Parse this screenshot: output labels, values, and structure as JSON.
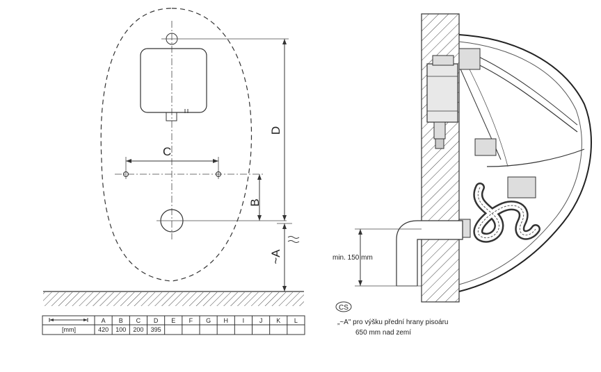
{
  "dimensions": {
    "C": "C",
    "D": "D",
    "B": "B",
    "A": "~A"
  },
  "table": {
    "unit": "[mm]",
    "headers": [
      "A",
      "B",
      "C",
      "D",
      "E",
      "F",
      "G",
      "H",
      "I",
      "J",
      "K",
      "L"
    ],
    "values": [
      "420",
      "100",
      "200",
      "395",
      "",
      "",
      "",
      "",
      "",
      "",
      "",
      ""
    ]
  },
  "side_view": {
    "min_label": "min. 150 mm"
  },
  "note": {
    "lang": "CS",
    "line1": "„~A\" pro výšku přední hrany pisoáru",
    "line2": "650 mm nad zemí"
  }
}
